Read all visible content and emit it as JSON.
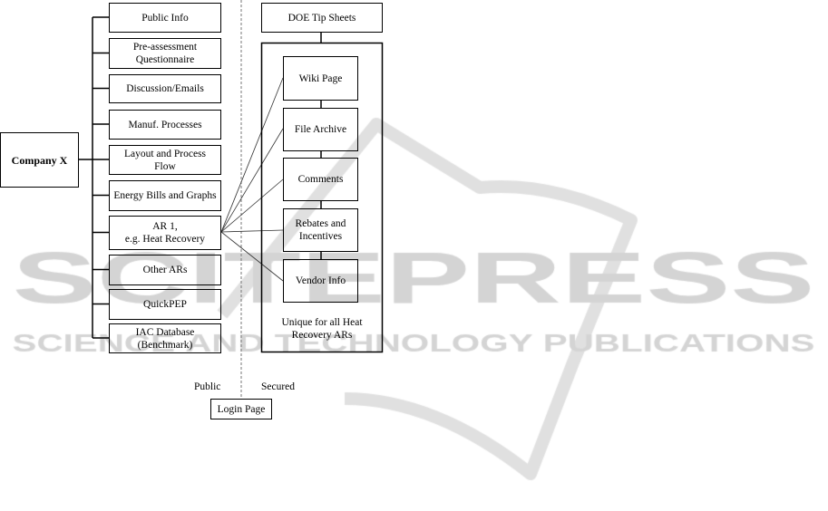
{
  "company": "Company X",
  "public_items": [
    "Public Info",
    "Pre-assessment\nQuestionnaire",
    "Discussion/Emails",
    "Manuf. Processes",
    "Layout and Process\nFlow",
    "Energy Bills and Graphs",
    "AR 1,\ne.g. Heat Recovery",
    "Other ARs",
    "QuickPEP",
    "IAC Database\n(Benchmark)"
  ],
  "doe": "DOE Tip Sheets",
  "secured_items": [
    "Wiki Page",
    "File Archive",
    "Comments",
    "Rebates and\nIncentives",
    "Vendor Info"
  ],
  "secured_caption": "Unique for all Heat\nRecovery ARs",
  "public_label": "Public",
  "secured_label": "Secured",
  "login": "Login Page",
  "watermark": {
    "line1": "SCITEPRESS",
    "line2": "SCIENCE AND TECHNOLOGY PUBLICATIONS",
    "color": "#d4d4d4"
  }
}
